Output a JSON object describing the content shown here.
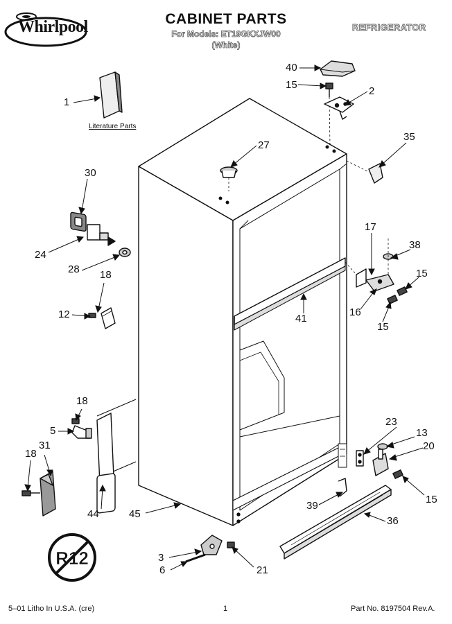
{
  "header": {
    "brand": "Whirlpool",
    "title": "CABINET PARTS",
    "subtitle": "For Models: ET19GKXJW00",
    "variant": "(White)",
    "category": "REFRIGERATOR"
  },
  "literature_label": "Literature Parts",
  "badge_text": "R12",
  "callouts": {
    "c1": "1",
    "c2": "2",
    "c3": "3",
    "c5": "5",
    "c6": "6",
    "c12": "12",
    "c13": "13",
    "c15a": "15",
    "c15b": "15",
    "c15c": "15",
    "c15d": "15",
    "c16": "16",
    "c17": "17",
    "c18a": "18",
    "c18b": "18",
    "c18c": "18",
    "c20": "20",
    "c21": "21",
    "c23": "23",
    "c24": "24",
    "c27": "27",
    "c28": "28",
    "c30": "30",
    "c31": "31",
    "c35": "35",
    "c36": "36",
    "c38": "38",
    "c39": "39",
    "c40": "40",
    "c41": "41",
    "c44": "44",
    "c45": "45"
  },
  "footer": {
    "left": "5–01 Litho In U.S.A. (cre)",
    "center": "1",
    "right": "Part No. 8197504 Rev.A."
  }
}
